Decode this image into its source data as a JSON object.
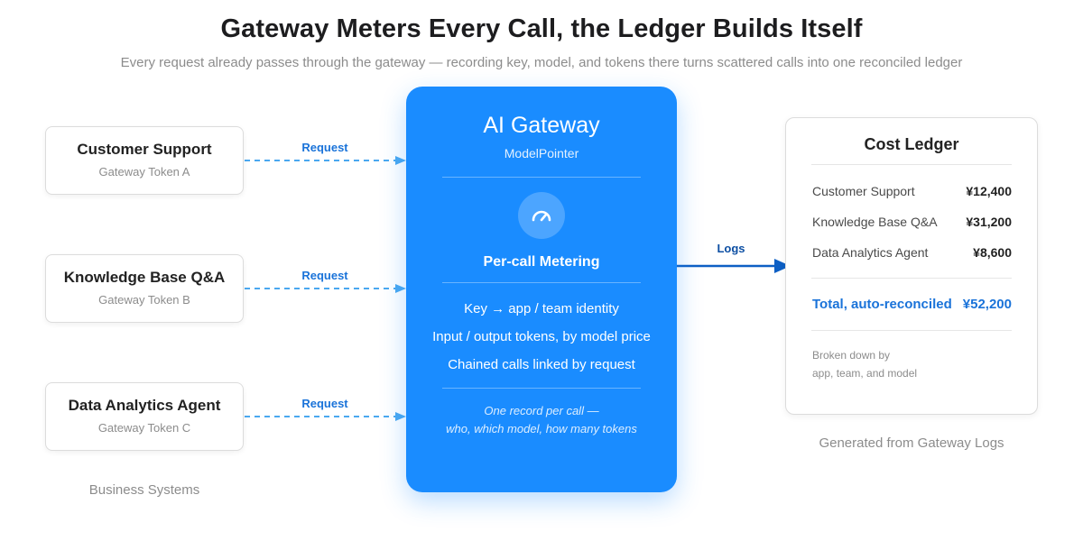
{
  "header": {
    "title": "Gateway Meters Every Call, the Ledger Builds Itself",
    "subtitle": "Every request already passes through the gateway — recording key, model, and tokens there turns scattered calls into one reconciled ledger"
  },
  "sources": [
    {
      "name": "Customer Support",
      "token": "Gateway Token A",
      "arrow_label": "Request"
    },
    {
      "name": "Knowledge Base Q&A",
      "token": "Gateway Token B",
      "arrow_label": "Request"
    },
    {
      "name": "Data Analytics Agent",
      "token": "Gateway Token C",
      "arrow_label": "Request"
    }
  ],
  "sources_caption": "Business Systems",
  "gateway": {
    "title": "AI Gateway",
    "subtitle": "ModelPointer",
    "icon": "speedometer-icon",
    "metering_label": "Per-call Metering",
    "features": [
      "Key → app / team identity",
      "Input / output tokens, by model price",
      "Chained calls linked by request"
    ],
    "note_line1": "One record per call —",
    "note_line2": "who, which model, how many tokens"
  },
  "logs_label": "Logs",
  "ledger": {
    "title": "Cost Ledger",
    "rows": [
      {
        "label": "Customer Support",
        "amount": "¥12,400"
      },
      {
        "label": "Knowledge Base Q&A",
        "amount": "¥31,200"
      },
      {
        "label": "Data Analytics Agent",
        "amount": "¥8,600"
      }
    ],
    "total_label": "Total, auto-reconciled",
    "total_amount": "¥52,200",
    "note_line1": "Broken down by",
    "note_line2": "app, team, and model"
  },
  "ledger_caption": "Generated from Gateway Logs",
  "colors": {
    "gateway": "#1a8cff",
    "request_arrow": "#4aa8f0",
    "logs_arrow": "#0d5fc4",
    "accent_text": "#1a73d9"
  }
}
